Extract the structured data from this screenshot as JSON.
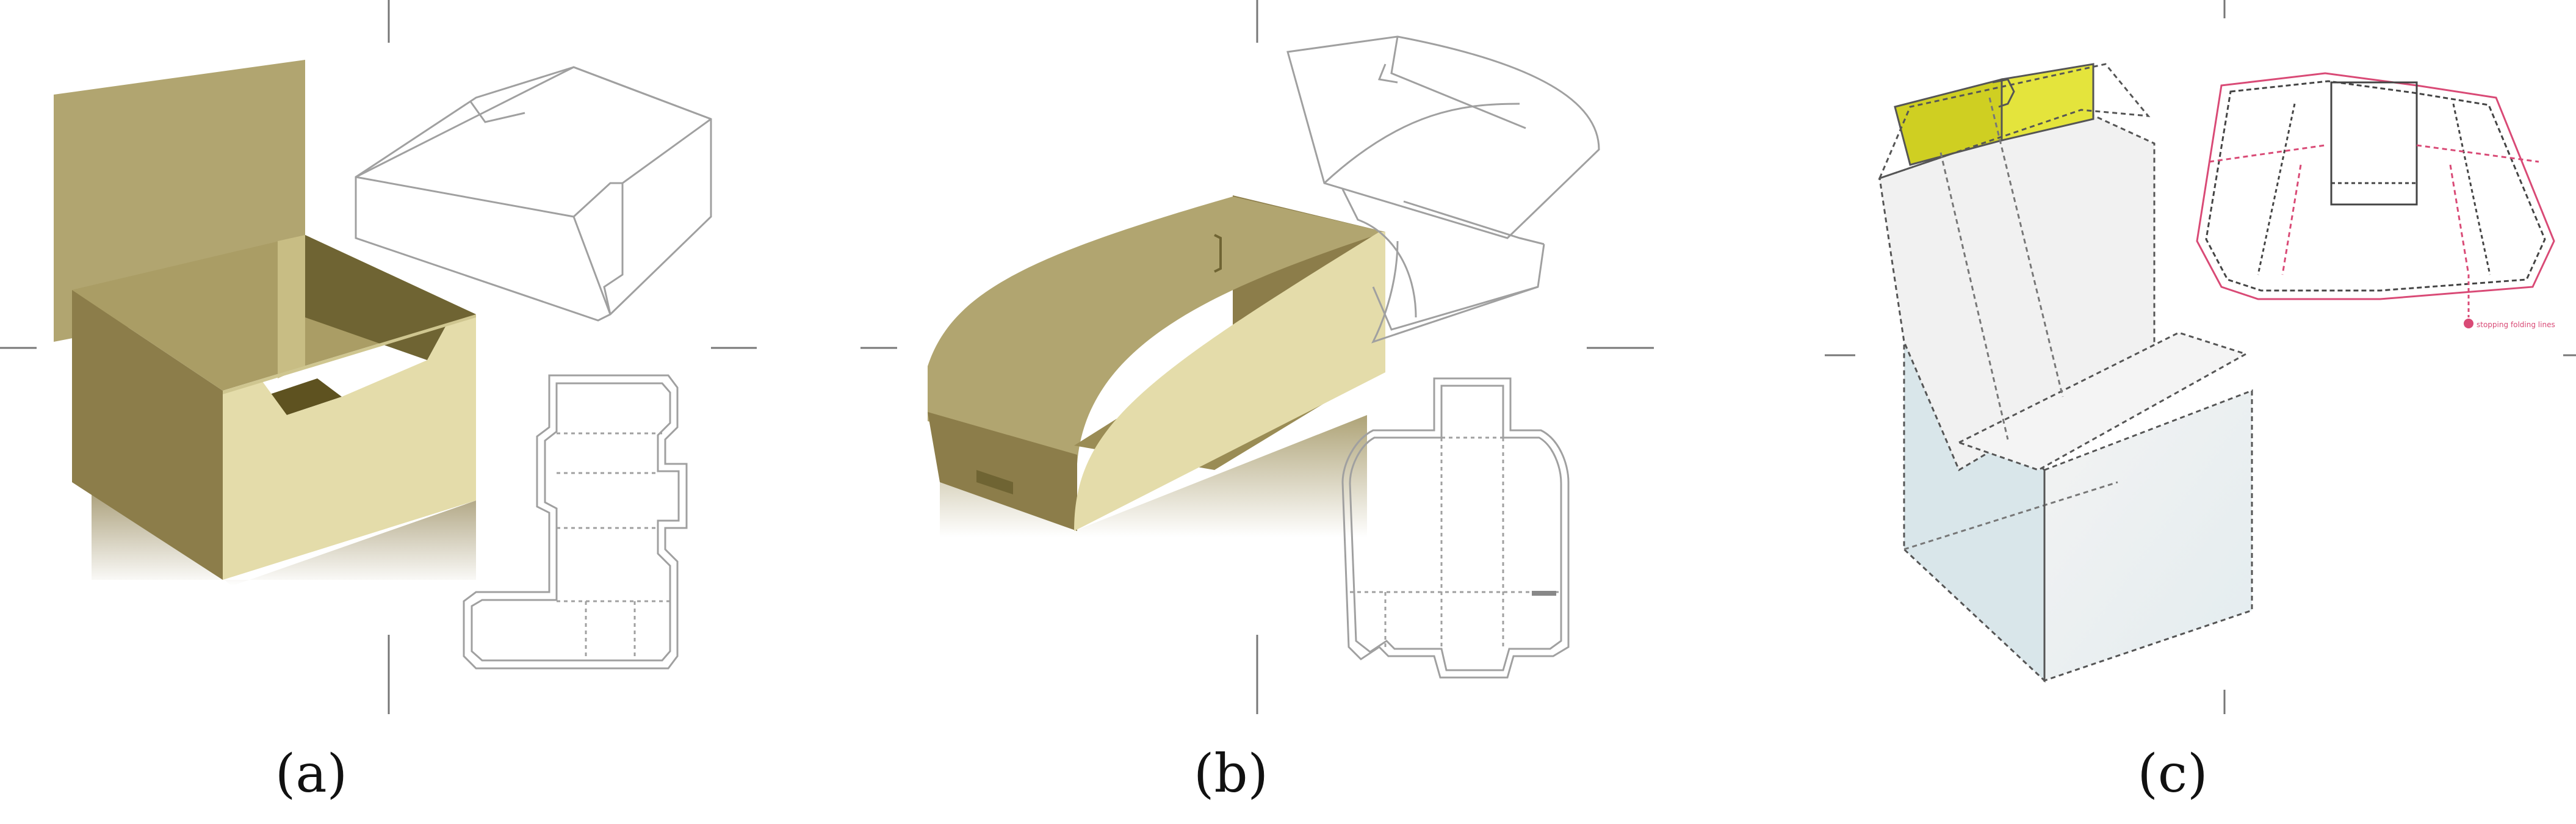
{
  "panels": [
    {
      "id": "a",
      "caption": "(a)"
    },
    {
      "id": "b",
      "caption": "(b)"
    },
    {
      "id": "c",
      "caption": "(c)",
      "note": "stopping folding lines"
    }
  ],
  "colors": {
    "panel_dark": "#8c7d4a",
    "panel_mid": "#b1a570",
    "panel_light": "#e4dcaa",
    "panel_face": "#d8cf96",
    "yellow": "#e4e43c",
    "yellow_dark": "#cfcf22",
    "clear_blue": "#d9e6ea",
    "dieline": "#9a9a9a",
    "dieline_red": "#d94a76"
  }
}
